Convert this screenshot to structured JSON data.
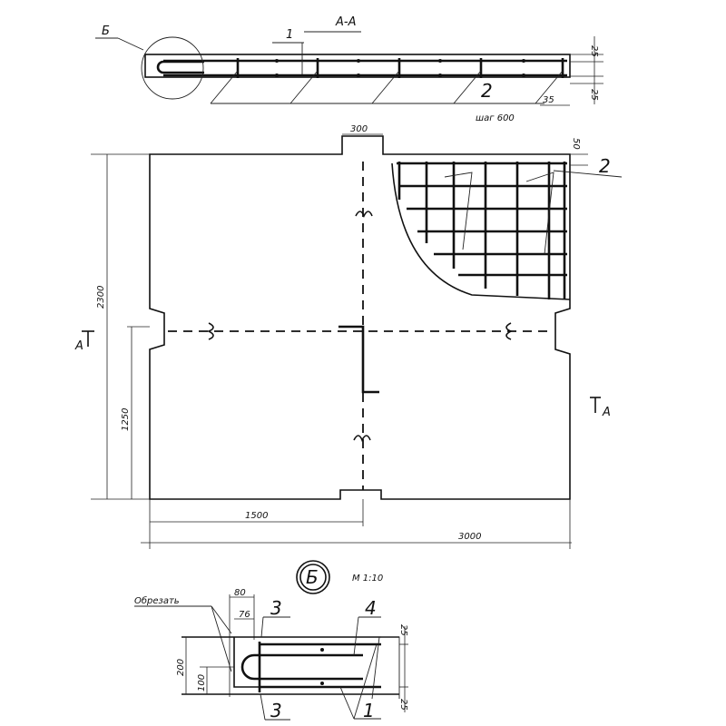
{
  "section_aa": {
    "title": "А-А",
    "callout_detail": "Б",
    "callout_1": "1",
    "callout_2": "2",
    "dim_35": "35",
    "dim_top_25": "25",
    "dim_bottom_25": "25",
    "spacing_label": "шаг 600"
  },
  "plan": {
    "dim_300": "300",
    "dim_50": "50",
    "callout_2": "2",
    "dim_2300": "2300",
    "dim_1250": "1250",
    "dim_1500": "1500",
    "dim_3000": "3000",
    "section_mark_left": "А",
    "section_mark_right": "А"
  },
  "detail_b": {
    "title": "Б",
    "scale": "М 1:10",
    "cut_note": "Обрезать",
    "dim_80": "80",
    "dim_76": "76",
    "callout_3_top": "3",
    "callout_3_bottom": "3",
    "callout_4": "4",
    "callout_1": "1",
    "dim_200": "200",
    "dim_100": "100",
    "dim_top_25": "25",
    "dim_bottom_25": "25"
  }
}
